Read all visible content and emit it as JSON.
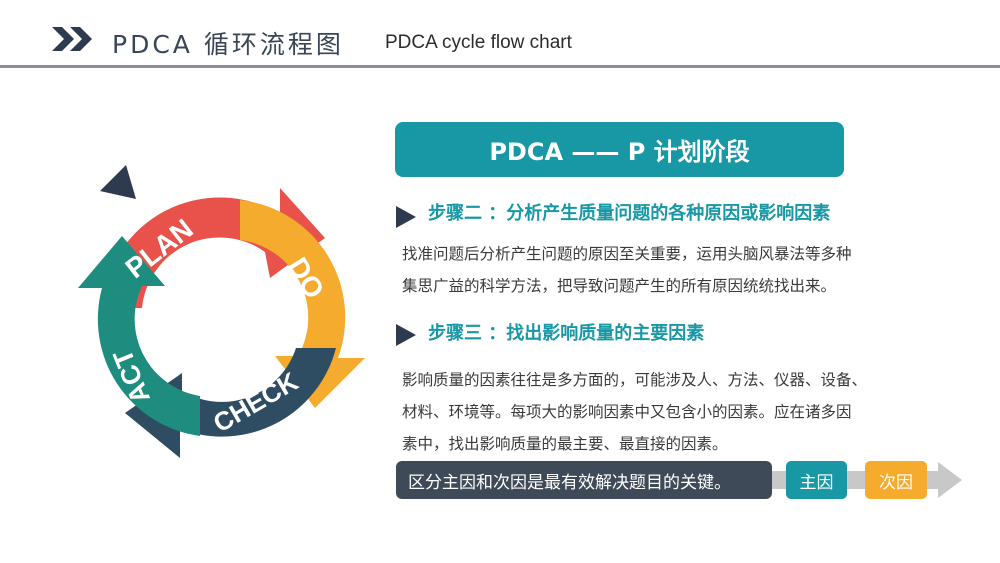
{
  "header": {
    "title_cn": "PDCA 循环流程图",
    "title_en": "PDCA cycle flow chart"
  },
  "cycle": {
    "segments": [
      {
        "label": "PLAN",
        "color": "#e8524a"
      },
      {
        "label": "DO",
        "color": "#f5ab2e"
      },
      {
        "label": "CHECK",
        "color": "#2e4d63"
      },
      {
        "label": "ACT",
        "color": "#1e8c7e"
      }
    ]
  },
  "phase_banner": "PDCA —— P 计划阶段",
  "steps": [
    {
      "title": "步骤二 ：分析产生质量问题的各种原因或影响因素",
      "desc_lines": [
        "找准问题后分析产生问题的原因至关重要，运用头脑风暴法等多种",
        "集思广益的科学方法，把导致问题产生的所有原因统统找出来。"
      ]
    },
    {
      "title": "步骤三 ：找出影响质量的主要因素",
      "desc_lines": [
        "影响质量的因素往往是多方面的，可能涉及人、方法、仪器、设备、",
        "材料、环境等。每项大的影响因素中又包含小的因素。应在诸多因",
        "素中，找出影响质量的最主要、最直接的因素。"
      ]
    }
  ],
  "bottom": {
    "statement": "区分主因和次因是最有效解决题目的关键。",
    "tag_main": "主因",
    "tag_secondary": "次因"
  },
  "colors": {
    "teal": "#1898a5",
    "dark_slate": "#3e4a57",
    "orange": "#f5ab2e",
    "header_rule": "#8a8f95"
  }
}
